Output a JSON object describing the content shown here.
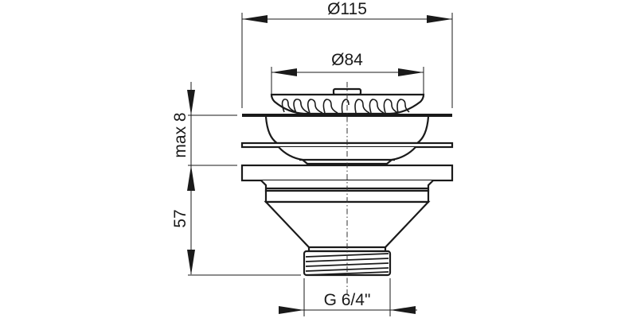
{
  "drawing": {
    "title": "Sink strainer waste fitting - dimensional drawing",
    "line_color": "#1a1a1a",
    "background": "#ffffff",
    "dimensions": {
      "outer_diameter": "Ø115",
      "basket_diameter": "Ø84",
      "flange_thickness": "max 8",
      "body_height": "57",
      "thread": "G 6/4\""
    },
    "components": [
      "strainer-basket",
      "top-flange",
      "sink-plate",
      "clamp-nut-ring",
      "conical-body",
      "threaded-outlet"
    ]
  }
}
